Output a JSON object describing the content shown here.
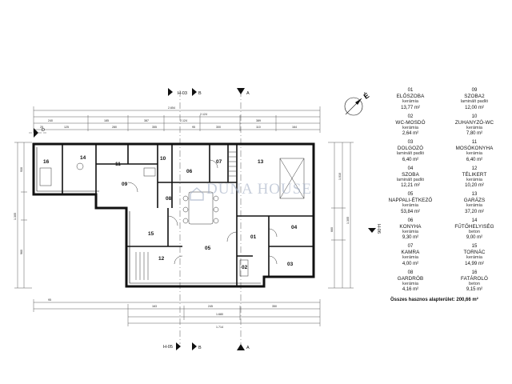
{
  "watermark": {
    "text": "DUNA HOUSE"
  },
  "north_label": "É",
  "sections": {
    "top": "H-03",
    "bottom": "H-05",
    "right": "H-06",
    "a_top": "A",
    "a_bottom": "A",
    "b_top": "B",
    "b_bottom": "B",
    "d_left": "D"
  },
  "plan_labels": [
    "01",
    "02",
    "03",
    "04",
    "05",
    "06",
    "07",
    "08",
    "09",
    "10",
    "11",
    "12",
    "13",
    "14",
    "15",
    "16"
  ],
  "dimensions": {
    "top": [
      "2.654",
      "2.124",
      "240",
      "185",
      "387",
      "2.124",
      "389",
      "25",
      "125",
      "280",
      "355",
      "95",
      "300",
      "110",
      "164",
      "245",
      "115",
      "215",
      "227",
      "95",
      "200",
      "345",
      "95"
    ],
    "bottom": [
      "1.680",
      "1.714",
      "95",
      "25",
      "163",
      "245",
      "350",
      "164",
      "160",
      "200",
      "450"
    ],
    "left": [
      "1.305",
      "930",
      "375",
      "960",
      "570"
    ],
    "right": [
      "1.305",
      "1.010",
      "660",
      "580",
      "170",
      "250",
      "260"
    ]
  },
  "legend": [
    {
      "num": "01",
      "name": "ELŐSZOBA",
      "floor": "kerámia",
      "area": "13,77 m²"
    },
    {
      "num": "09",
      "name": "SZOBA2",
      "floor": "laminált padló",
      "area": "12,00 m²"
    },
    {
      "num": "02",
      "name": "WC-MOSDÓ",
      "floor": "kerámia",
      "area": "2,64 m²"
    },
    {
      "num": "10",
      "name": "ZUHANYZÓ-WC",
      "floor": "kerámia",
      "area": "7,80 m²"
    },
    {
      "num": "03",
      "name": "DOLGOZÓ",
      "floor": "laminált padló",
      "area": "6,40 m²"
    },
    {
      "num": "11",
      "name": "MOSÓKONYHA",
      "floor": "kerámia",
      "area": "6,40 m²"
    },
    {
      "num": "04",
      "name": "SZOBA",
      "floor": "laminált padló",
      "area": "12,21 m²"
    },
    {
      "num": "12",
      "name": "TÉLIKERT",
      "floor": "kerámia",
      "area": "10,20 m²"
    },
    {
      "num": "05",
      "name": "NAPPALI-ÉTKEZŐ",
      "floor": "kerámia",
      "area": "53,84 m²"
    },
    {
      "num": "13",
      "name": "GARÁZS",
      "floor": "kerámia",
      "area": "37,20 m²"
    },
    {
      "num": "06",
      "name": "KONYHA",
      "floor": "kerámia",
      "area": "9,30 m²"
    },
    {
      "num": "14",
      "name": "FŰTŐHELYISÉG",
      "floor": "beton",
      "area": "9,00 m²"
    },
    {
      "num": "07",
      "name": "KAMRA",
      "floor": "kerámia",
      "area": "4,00 m²"
    },
    {
      "num": "15",
      "name": "TORNÁC",
      "floor": "kerámia",
      "area": "14,99 m²"
    },
    {
      "num": "08",
      "name": "GARDRÓB",
      "floor": "kerámia",
      "area": "4,16 m²"
    },
    {
      "num": "16",
      "name": "FATÁROLÓ",
      "floor": "beton",
      "area": "9,15 m²"
    }
  ],
  "total": "Összes hasznos alapterület: 200,66 m²"
}
